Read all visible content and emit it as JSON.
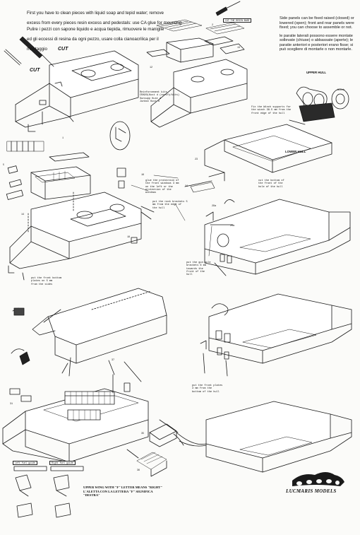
{
  "intro": {
    "en_1": "First you have to clean pieces with liquid soap and tepid water; remove",
    "en_2": "excess from every pieces resin excess and pedestals: use CA glue for mounting.",
    "it_1": "Pulire i pezzi con sapone liquido e acqua tiepida, rimuovere le maniglie",
    "it_2": "ed gli eccessi di resina da ogni pezzo, usare colla cianoacrilica per il",
    "it_3": "montaggio"
  },
  "side": {
    "en": "Side panels can be fixed raised (closed) or lowered (open); front and rear panels were fixed; you can choose to assemble or not.",
    "it": "le paratie laterali possono essere montate sollevate (chiuse) o abbassate (aperte); le paratie anteriori e posteriori erano fisse; si può scegliere di montarle o non montarle."
  },
  "labels": {
    "cut_1": "CUT",
    "cut_2": "CUT",
    "cut_resin_base": "CUT THE RESIN BASE",
    "upper_hull": "UPPER HULL",
    "lower_hull": "LOWER HULL",
    "winch": "Winch"
  },
  "notes": {
    "reinforce": "Reinforcement kits\nCRADO(Kust d (verify/kits)\nSunsupp Kust d\nJunbox Kust d",
    "winch_support": "Fix the Winch supports for\nthe winch 38.5 mm from the\nfront edge of the hull",
    "protection": "glue the protection of\nthe front windows 3 mm\non the left or the\nprotection of the\nwindows",
    "brackets": "put the rack brackets 5\nmm from the edge of\nthe hull",
    "bottom": "put the front bottom\nplates on 5 mm\nfrom the sides",
    "footplates": "put the front plates\n3 mm from the\nbottom of the hull",
    "notch": "cut the bottom of\nthe front of the\nhole of the hull",
    "gun_axle": "put the gun axle\nbrackets 6 mm\ntowards the\nfront of the\nhull"
  },
  "parts": {
    "p1": "1",
    "p2": "2",
    "p5": "5",
    "p12": "12",
    "p13": "13",
    "p14": "14",
    "p16": "16",
    "p18": "18",
    "p23": "23",
    "p24": "24",
    "p25": "25a",
    "p29": "29a",
    "p31": "31",
    "p35": "35",
    "p36": "36",
    "p37": "37"
  },
  "boxes": {
    "left_fuel": "Left fuel guide",
    "right_fuel": "Right fuel guide"
  },
  "upper_note": "UPPER WING WITH \"F\" LETTER MEANS \"RIGHT\" L'ALETTA CON LA LETTERA \"F\" SIGNIFICA \"DESTRA\"",
  "brand": "LUCMARIS MODELS"
}
